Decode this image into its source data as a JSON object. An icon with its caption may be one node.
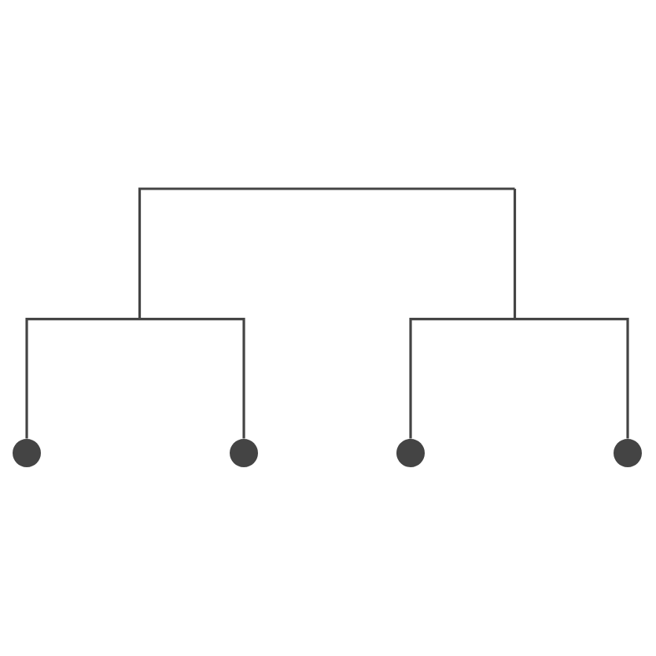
{
  "diagram": {
    "nodes": [
      {
        "text": [],
        "shape": "circle"
      },
      {
        "text": [],
        "shape": "circle"
      },
      {
        "text": [],
        "shape": "circle"
      },
      {
        "text": [],
        "shape": "circle"
      }
    ],
    "edges": [
      {
        "from": 0,
        "to": 1,
        "arrow": "none"
      },
      {
        "from": 2,
        "to": 3,
        "arrow": "none"
      }
    ]
  }
}
